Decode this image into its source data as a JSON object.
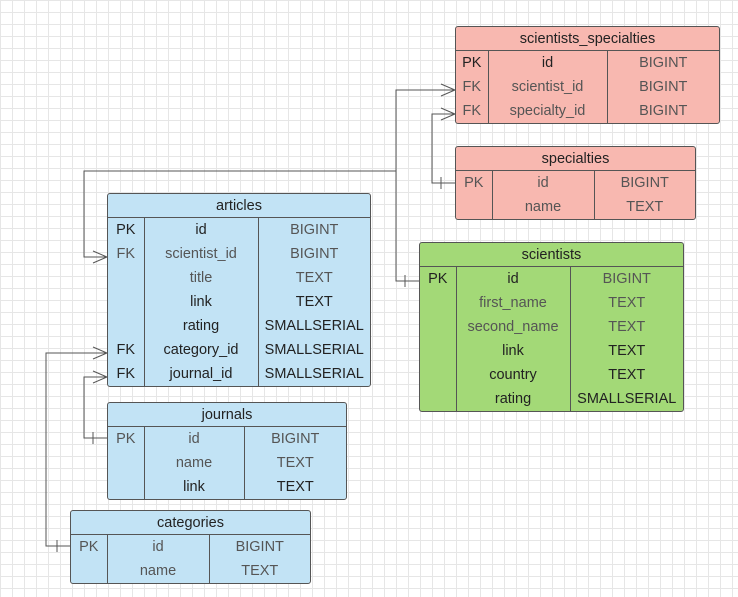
{
  "diagram": {
    "entities": {
      "scientists_specialties": {
        "title": "scientists_specialties",
        "rows": [
          {
            "key": "PK",
            "name": "id",
            "type": "BIGINT"
          },
          {
            "key": "FK",
            "name": "scientist_id",
            "type": "BIGINT"
          },
          {
            "key": "FK",
            "name": "specialty_id",
            "type": "BIGINT"
          }
        ]
      },
      "specialties": {
        "title": "specialties",
        "rows": [
          {
            "key": "PK",
            "name": "id",
            "type": "BIGINT"
          },
          {
            "key": "",
            "name": "name",
            "type": "TEXT"
          }
        ]
      },
      "articles": {
        "title": "articles",
        "rows": [
          {
            "key": "PK",
            "name": "id",
            "type": "BIGINT"
          },
          {
            "key": "FK",
            "name": "scientist_id",
            "type": "BIGINT"
          },
          {
            "key": "",
            "name": "title",
            "type": "TEXT"
          },
          {
            "key": "",
            "name": "link",
            "type": "TEXT"
          },
          {
            "key": "",
            "name": "rating",
            "type": "SMALLSERIAL"
          },
          {
            "key": "FK",
            "name": "category_id",
            "type": "SMALLSERIAL"
          },
          {
            "key": "FK",
            "name": "journal_id",
            "type": "SMALLSERIAL"
          }
        ]
      },
      "scientists": {
        "title": "scientists",
        "rows": [
          {
            "key": "PK",
            "name": "id",
            "type": "BIGINT"
          },
          {
            "key": "",
            "name": "first_name",
            "type": "TEXT"
          },
          {
            "key": "",
            "name": "second_name",
            "type": "TEXT"
          },
          {
            "key": "",
            "name": "link",
            "type": "TEXT"
          },
          {
            "key": "",
            "name": "country",
            "type": "TEXT"
          },
          {
            "key": "",
            "name": "rating",
            "type": "SMALLSERIAL"
          }
        ]
      },
      "journals": {
        "title": "journals",
        "rows": [
          {
            "key": "PK",
            "name": "id",
            "type": "BIGINT"
          },
          {
            "key": "",
            "name": "name",
            "type": "TEXT"
          },
          {
            "key": "",
            "name": "link",
            "type": "TEXT"
          }
        ]
      },
      "categories": {
        "title": "categories",
        "rows": [
          {
            "key": "PK",
            "name": "id",
            "type": "BIGINT"
          },
          {
            "key": "",
            "name": "name",
            "type": "TEXT"
          }
        ]
      }
    },
    "colors": {
      "blue": "#c2e3f5",
      "pink": "#f8b8b0",
      "green": "#a3d977",
      "line": "#555555"
    }
  }
}
